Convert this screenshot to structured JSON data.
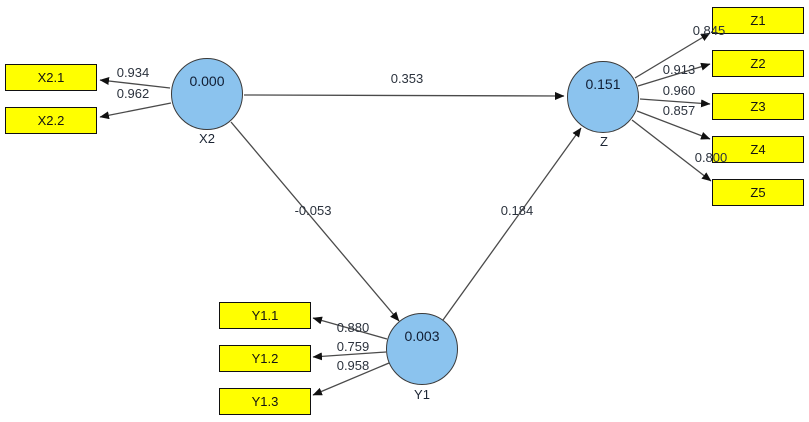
{
  "model": {
    "constructs": [
      {
        "name": "X2",
        "r_squared": "0.000",
        "indicators": [
          {
            "label": "X2.1",
            "loading": "0.934"
          },
          {
            "label": "X2.2",
            "loading": "0.962"
          }
        ]
      },
      {
        "name": "Z",
        "r_squared": "0.151",
        "indicators": [
          {
            "label": "Z1",
            "loading": "0.845"
          },
          {
            "label": "Z2",
            "loading": "0.913"
          },
          {
            "label": "Z3",
            "loading": "0.960"
          },
          {
            "label": "Z4",
            "loading": "0.857"
          },
          {
            "label": "Z5",
            "loading": "0.800"
          }
        ]
      },
      {
        "name": "Y1",
        "r_squared": "0.003",
        "indicators": [
          {
            "label": "Y1.1",
            "loading": "0.880"
          },
          {
            "label": "Y1.2",
            "loading": "0.759"
          },
          {
            "label": "Y1.3",
            "loading": "0.958"
          }
        ]
      }
    ],
    "paths": [
      {
        "from": "X2",
        "to": "Z",
        "coefficient": "0.353"
      },
      {
        "from": "X2",
        "to": "Y1",
        "coefficient": "-0.053"
      },
      {
        "from": "Y1",
        "to": "Z",
        "coefficient": "0.184"
      }
    ],
    "colors": {
      "latent_fill": "#8BC3EE",
      "indicator_fill": "#FFFF00",
      "arrow": "#4a4a4a",
      "background": "#ffffff"
    }
  }
}
